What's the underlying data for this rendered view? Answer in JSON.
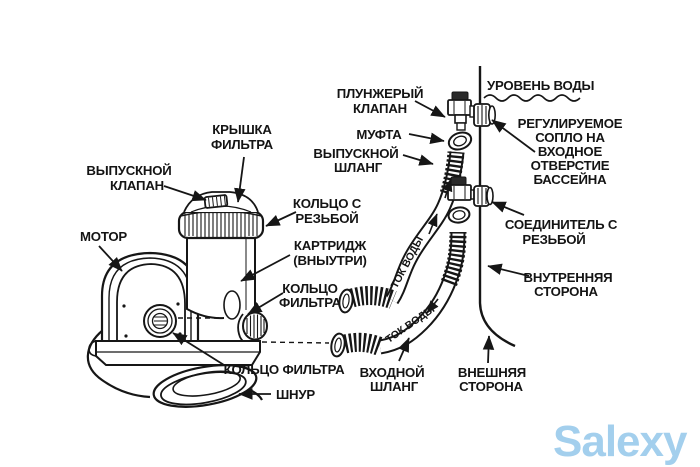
{
  "watermark": {
    "text": "Salexy",
    "color": "#a3cfed"
  },
  "diagram": {
    "background_color": "#ffffff",
    "line_color": "#161616",
    "labels": {
      "filter_cap": {
        "line1": "КРЫШКА",
        "line2": "ФИЛЬТРА"
      },
      "outlet_valve": {
        "line1": "ВЫПУСКНОЙ",
        "line2": "КЛАПАН"
      },
      "motor": {
        "line1": "МОТОР"
      },
      "threaded_ring": {
        "line1": "КОЛЬЦО С",
        "line2": "РЕЗЬБОЙ"
      },
      "cartridge": {
        "line1": "КАРТРИДЖ",
        "line2": "(ВНЫУТРИ)"
      },
      "filter_ring_upper": {
        "line1": "КОЛЬЦО",
        "line2": "ФИЛЬТРА"
      },
      "filter_ring_lower": {
        "line1": "КОЛЬЦО ФИЛЬТРА"
      },
      "cord": {
        "line1": "ШНУР"
      },
      "plunger_valve": {
        "line1": "ПЛУНЖЕРЫЙ",
        "line2": "КЛАПАН"
      },
      "coupling": {
        "line1": "МУФТА"
      },
      "outlet_hose": {
        "line1": "ВЫПУСКНОЙ",
        "line2": "ШЛАНГ"
      },
      "water_level": {
        "line1": "УРОВЕНЬ ВОДЫ"
      },
      "adjustable_nozzle": {
        "line1": "РЕГУЛИРУЕМОЕ",
        "line2": "СОПЛО НА",
        "line3": "ВХОДНОЕ",
        "line4": "ОТВЕРСТИЕ",
        "line5": "БАССЕЙНА"
      },
      "threaded_connector": {
        "line1": "СОЕДИНИТЕЛЬ С",
        "line2": "РЕЗЬБОЙ"
      },
      "inner_side": {
        "line1": "ВНУТРЕННЯЯ",
        "line2": "СТОРОНА"
      },
      "outer_side": {
        "line1": "ВНЕШНЯЯ",
        "line2": "СТОРОНА"
      },
      "inlet_hose": {
        "line1": "ВХОДНОЙ",
        "line2": "ШЛАНГ"
      },
      "water_flow_outlet": {
        "line1": "ТОК ВОДЫ"
      },
      "water_flow_inlet": {
        "line1": "ТОК ВОДЫ"
      }
    }
  }
}
